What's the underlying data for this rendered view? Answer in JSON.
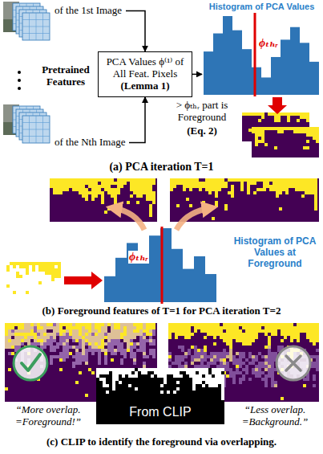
{
  "diagram": {
    "nodes": [
      {
        "text": [
          "of the 1st Image"
        ]
      },
      {
        "text": [
          "of the Nth Image"
        ]
      },
      {
        "text": [
          "PCA Values ϕ⁽¹⁾ of All Feat. Pixels",
          "(Lemma 1)"
        ]
      },
      {
        "text": [
          "Histogram of PCA Values",
          "ϕₜₕᵣ"
        ]
      },
      {
        "text": [
          "Histogram of PCA Values at Foreground",
          "ϕₜₕᵣ"
        ]
      },
      {
        "text": [
          "From CLIP"
        ]
      }
    ],
    "edges": [
      {
        "from": 0,
        "to": 2,
        "arrow": "to"
      },
      {
        "from": 1,
        "to": 2,
        "arrow": "to"
      },
      {
        "from": 2,
        "to": 3,
        "arrow": "to"
      }
    ],
    "labels": [
      "Pretrained Features",
      "> ϕₜₕᵣ part is Foreground",
      "(Eq. 2)",
      "(a) PCA iteration T=1",
      "(b) Foreground features of T=1 for PCA iteration T=2",
      "“More overlap. =Foreground!”",
      "“Less overlap. =Background.”",
      "(c) CLIP to identify the foreground via overlapping."
    ]
  }
}
